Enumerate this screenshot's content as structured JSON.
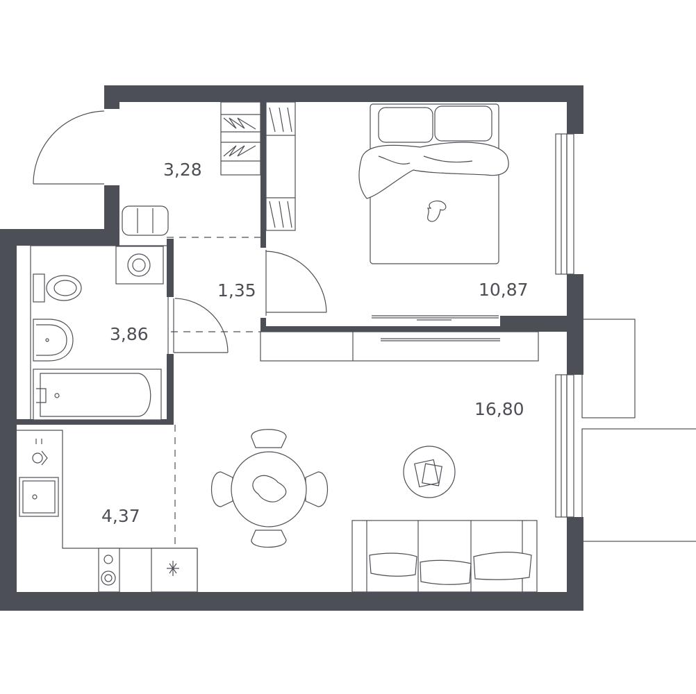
{
  "plan": {
    "wall_color": "#4d4f57",
    "background": "#ffffff",
    "rooms": [
      {
        "name": "hallway",
        "area": "3,28"
      },
      {
        "name": "corridor",
        "area": "1,35"
      },
      {
        "name": "bedroom",
        "area": "10,87"
      },
      {
        "name": "bathroom",
        "area": "3,86"
      },
      {
        "name": "living-room",
        "area": "16,80"
      },
      {
        "name": "kitchen",
        "area": "4,37"
      }
    ],
    "icons": [
      "door-swing-icon",
      "bed-icon",
      "wardrobe-icon",
      "toilet-icon",
      "sink-icon",
      "bathtub-icon",
      "washing-machine-icon",
      "stove-icon",
      "dining-table-icon",
      "sofa-icon",
      "coffee-table-icon",
      "tv-icon",
      "window-icon",
      "balcony-icon"
    ]
  }
}
